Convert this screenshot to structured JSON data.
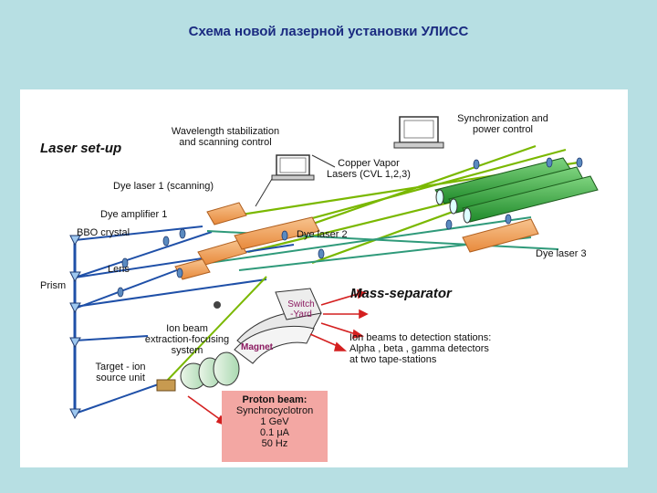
{
  "slide_title": "Схема новой лазерной установки УЛИСС",
  "labels": {
    "laser_setup": "Laser set-up",
    "wavelength_line1": "Wavelength stabilization",
    "wavelength_line2": "and scanning control",
    "sync_line1": "Synchronization and",
    "sync_line2": "power control",
    "cvl_line1": "Copper Vapor",
    "cvl_line2": "Lasers (CVL 1,2,3)",
    "dye_laser_1": "Dye laser 1 (scanning)",
    "dye_amplifier_1": "Dye amplifier 1",
    "bbo_crystal": "BBO crystal",
    "dye_laser_2": "Dye laser 2",
    "dye_laser_3": "Dye laser 3",
    "lens": "Lens",
    "prism": "Prism",
    "mass_separator": "Mass-separator",
    "switch_line1": "Switch",
    "switch_line2": "-Yard",
    "magnet": "Magnet",
    "ion_beam_line1": "Ion beam",
    "ion_beam_line2": "extraction-focusing",
    "ion_beam_line3": "system",
    "ion_beams_line1": "Ion beams to detection stations:",
    "ion_beams_line2": "Alpha , beta , gamma detectors",
    "ion_beams_line3": "at  two tape-stations",
    "target_line1": "Target - ion",
    "target_line2": "source unit"
  },
  "proton_beam": {
    "title": "Proton beam:",
    "line1": "Synchrocyclotron",
    "line2": "1 GeV",
    "line3": "0.1 μA",
    "line4": "50 Hz"
  },
  "colors": {
    "background": "#b7dfe3",
    "title": "#1a2a80",
    "green_beam": "#7ab800",
    "blue_beam": "#1f50a8",
    "teal_beam": "#2f9a7a",
    "orange_box": "#f0a05a",
    "cvl_green": "#2e9a3a",
    "proton_box": "#f3a7a3",
    "red_arrow": "#d42020",
    "magnet": "#8b1a60"
  }
}
